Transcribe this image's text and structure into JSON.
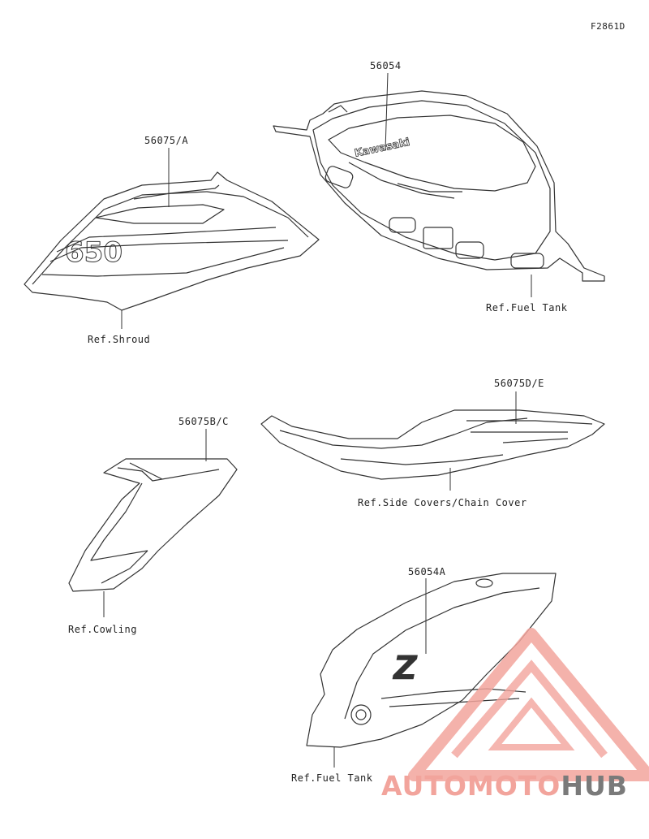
{
  "figure_code": "F2861D",
  "parts": [
    {
      "code": "56054",
      "ref": "Ref.Fuel Tank"
    },
    {
      "code": "56075/A",
      "ref": "Ref.Shroud"
    },
    {
      "code": "56075B/C",
      "ref": "Ref.Cowling"
    },
    {
      "code": "56075D/E",
      "ref": "Ref.Side Covers/Chain Cover"
    },
    {
      "code": "56054A",
      "ref": "Ref.Fuel Tank"
    }
  ],
  "decal_text": {
    "tank_logo": "Kawasaki",
    "shroud_number": "650",
    "tank_emblem": "Z"
  },
  "watermark": {
    "part1": "AUTO",
    "part2": "MOTO",
    "part3": "HUB",
    "color_main": "#f2a49c",
    "color_dark": "#7a7a7a"
  }
}
